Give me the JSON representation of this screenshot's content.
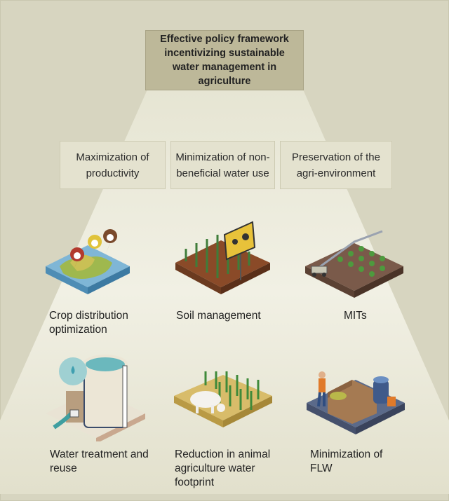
{
  "header": {
    "title": "Effective policy framework incentivizing sustainable water management in agriculture"
  },
  "objectives": [
    {
      "label": "Maximization of productivity"
    },
    {
      "label": "Minimization of non-beneficial water use"
    },
    {
      "label": "Preservation of the agri-environment"
    }
  ],
  "measures": [
    {
      "label": "Crop distribution optimization",
      "icon": "map-pins-icon"
    },
    {
      "label": "Soil management",
      "icon": "crop-field-sign-icon"
    },
    {
      "label": "MITs",
      "icon": "irrigation-pivot-icon"
    },
    {
      "label": "Water treatment and reuse",
      "icon": "water-tank-icon"
    },
    {
      "label": "Reduction in animal agriculture water footprint",
      "icon": "cow-field-icon"
    },
    {
      "label": "Minimization of FLW",
      "icon": "compost-worker-icon"
    }
  ],
  "colors": {
    "background": "#d7d5c0",
    "cone": "#eeedde",
    "title_box": "#bdb899",
    "sub_box": "#e4e2cf"
  }
}
